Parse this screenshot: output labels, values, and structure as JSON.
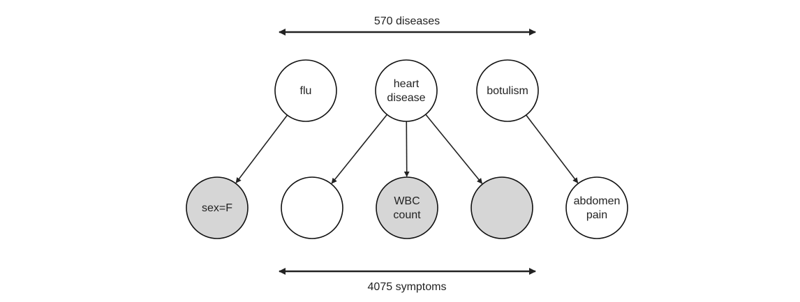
{
  "top_range": {
    "label": "570 diseases"
  },
  "bottom_range": {
    "label": "4075 symptoms"
  },
  "diseases": [
    {
      "id": "flu",
      "lines": [
        "flu"
      ],
      "shaded": false
    },
    {
      "id": "heart-disease",
      "lines": [
        "heart",
        "disease"
      ],
      "shaded": false
    },
    {
      "id": "botulism",
      "lines": [
        "botulism"
      ],
      "shaded": false
    }
  ],
  "symptoms": [
    {
      "id": "sex-f",
      "lines": [
        "sex=F"
      ],
      "shaded": true
    },
    {
      "id": "blank-1",
      "lines": [],
      "shaded": false
    },
    {
      "id": "wbc-count",
      "lines": [
        "WBC",
        "count"
      ],
      "shaded": true
    },
    {
      "id": "blank-2",
      "lines": [],
      "shaded": true
    },
    {
      "id": "abdomen-pain",
      "lines": [
        "abdomen",
        "pain"
      ],
      "shaded": false
    }
  ],
  "edges": [
    {
      "from": "flu",
      "to": "sex-f"
    },
    {
      "from": "heart-disease",
      "to": "blank-1"
    },
    {
      "from": "heart-disease",
      "to": "wbc-count"
    },
    {
      "from": "heart-disease",
      "to": "blank-2"
    },
    {
      "from": "botulism",
      "to": "abdomen-pain"
    }
  ],
  "colors": {
    "shaded_fill": "#d6d6d6",
    "open_fill": "#ffffff",
    "stroke": "#111111"
  }
}
